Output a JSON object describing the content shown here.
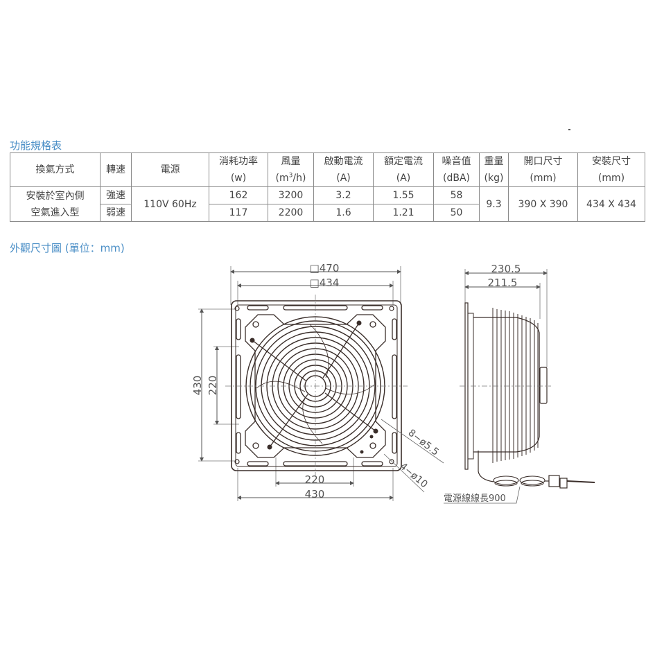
{
  "spec_section": {
    "title": "功能規格表",
    "headers": [
      {
        "label": "換氣方式",
        "unit": ""
      },
      {
        "label": "轉速",
        "unit": ""
      },
      {
        "label": "電源",
        "unit": ""
      },
      {
        "label": "消耗功率",
        "unit": "(w)"
      },
      {
        "label": "風量",
        "unit_prefix": "(m",
        "unit_sup": "3",
        "unit_suffix": "/h)"
      },
      {
        "label": "啟動電流",
        "unit": "(A)"
      },
      {
        "label": "額定電流",
        "unit": "(A)"
      },
      {
        "label": "噪音值",
        "unit": "(dBA)"
      },
      {
        "label": "重量",
        "unit": "(kg)"
      },
      {
        "label": "開口尺寸",
        "unit": "(mm)"
      },
      {
        "label": "安裝尺寸",
        "unit": "(mm)"
      }
    ],
    "type_line1": "安裝於室內側",
    "type_line2": "空氣進入型",
    "power_supply": "110V 60Hz",
    "weight": "9.3",
    "opening_size": "390 X 390",
    "install_size": "434 X 434",
    "rows": [
      {
        "speed": "強速",
        "power": "162",
        "airflow": "3200",
        "start_current": "3.2",
        "rated_current": "1.55",
        "noise": "58"
      },
      {
        "speed": "弱速",
        "power": "117",
        "airflow": "2200",
        "start_current": "1.6",
        "rated_current": "1.21",
        "noise": "50"
      }
    ]
  },
  "dimension_section": {
    "title": "外觀尺寸圖 (單位：mm)",
    "front_view": {
      "outer_square": "□470",
      "inner_square": "□434",
      "vertical_outer": "430",
      "vertical_inner": "220",
      "horizontal_inner": "220",
      "horizontal_outer": "430",
      "small_holes": "8−ø5.5",
      "large_holes": "4−ø10"
    },
    "side_view": {
      "total_depth": "230.5",
      "body_depth": "211.5",
      "cord_label": "電源線線長900"
    }
  },
  "colors": {
    "title_blue": "#4a8ec6",
    "border_gray": "#8a8a8a",
    "line_dark": "#3a2e2a"
  }
}
